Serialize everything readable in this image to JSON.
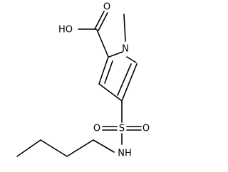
{
  "molecule": {
    "atoms": {
      "oh": "HO",
      "o_carbonyl": "O",
      "n_ring": "N",
      "s": "S",
      "o_sulfonyl_left": "O",
      "o_sulfonyl_right": "O",
      "nh": "NH"
    }
  }
}
